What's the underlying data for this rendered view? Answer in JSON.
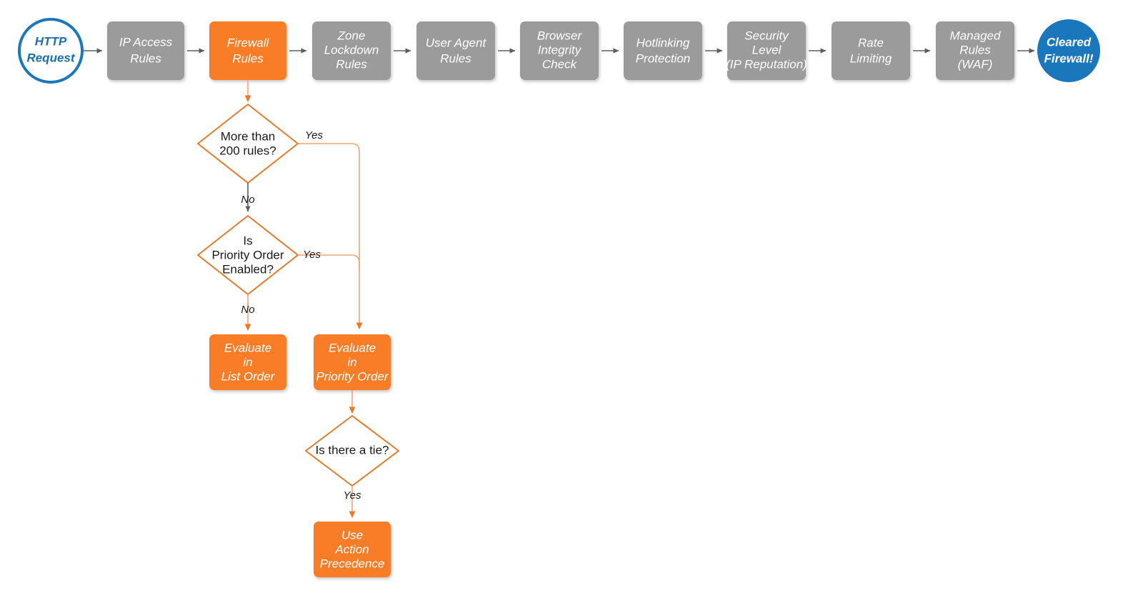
{
  "diagram": {
    "title": "Cloudflare Firewall Rules Evaluation Order",
    "colors": {
      "gray_node": "#9b9b9b",
      "orange_node": "#f97b26",
      "decision_stroke": "#e07b2b",
      "terminal_blue": "#1b77bc",
      "edge_gray": "#5e5e5e",
      "edge_orange": "#f08a4b",
      "canvas": "#ffffff"
    }
  },
  "pipeline": {
    "start": {
      "id": "http-request",
      "label_lines": [
        "HTTP",
        "Request"
      ],
      "shape": "circle",
      "style": "terminal-start"
    },
    "steps": [
      {
        "id": "ip-access-rules",
        "label_lines": [
          "IP Access",
          "Rules"
        ],
        "style": "gray"
      },
      {
        "id": "firewall-rules",
        "label_lines": [
          "Firewall",
          "Rules"
        ],
        "style": "orange"
      },
      {
        "id": "zone-lockdown-rules",
        "label_lines": [
          "Zone",
          "Lockdown",
          "Rules"
        ],
        "style": "gray"
      },
      {
        "id": "user-agent-rules",
        "label_lines": [
          "User Agent",
          "Rules"
        ],
        "style": "gray"
      },
      {
        "id": "browser-integrity-check",
        "label_lines": [
          "Browser",
          "Integrity",
          "Check"
        ],
        "style": "gray"
      },
      {
        "id": "hotlinking-protection",
        "label_lines": [
          "Hotlinking",
          "Protection"
        ],
        "style": "gray"
      },
      {
        "id": "security-level",
        "label_lines": [
          "Security",
          "Level",
          "(IP Reputation)"
        ],
        "style": "gray"
      },
      {
        "id": "rate-limiting",
        "label_lines": [
          "Rate",
          "Limiting"
        ],
        "style": "gray"
      },
      {
        "id": "managed-rules-waf",
        "label_lines": [
          "Managed",
          "Rules",
          "(WAF)"
        ],
        "style": "gray"
      }
    ],
    "end": {
      "id": "cleared-firewall",
      "label_lines": [
        "Cleared",
        "Firewall!"
      ],
      "shape": "circle",
      "style": "terminal-end"
    }
  },
  "decisions": [
    {
      "id": "more-than-200-rules",
      "label_lines": [
        "More than",
        "200 rules?"
      ],
      "yes_label": "Yes",
      "no_label": "No"
    },
    {
      "id": "is-priority-order-enabled",
      "label_lines": [
        "Is",
        "Priority Order",
        "Enabled?"
      ],
      "yes_label": "Yes",
      "no_label": "No"
    },
    {
      "id": "is-there-a-tie",
      "label_lines": [
        "Is there a tie?"
      ],
      "yes_label": "Yes"
    }
  ],
  "outcomes": [
    {
      "id": "evaluate-in-list-order",
      "label_lines": [
        "Evaluate",
        "in",
        "List Order"
      ],
      "style": "orange"
    },
    {
      "id": "evaluate-in-priority-order",
      "label_lines": [
        "Evaluate",
        "in",
        "Priority Order"
      ],
      "style": "orange"
    },
    {
      "id": "use-action-precedence",
      "label_lines": [
        "Use",
        "Action",
        "Precedence"
      ],
      "style": "orange"
    }
  ],
  "edge_labels": {
    "d1_yes": "Yes",
    "d1_no": "No",
    "d2_yes": "Yes",
    "d2_no": "No",
    "d3_yes": "Yes"
  }
}
